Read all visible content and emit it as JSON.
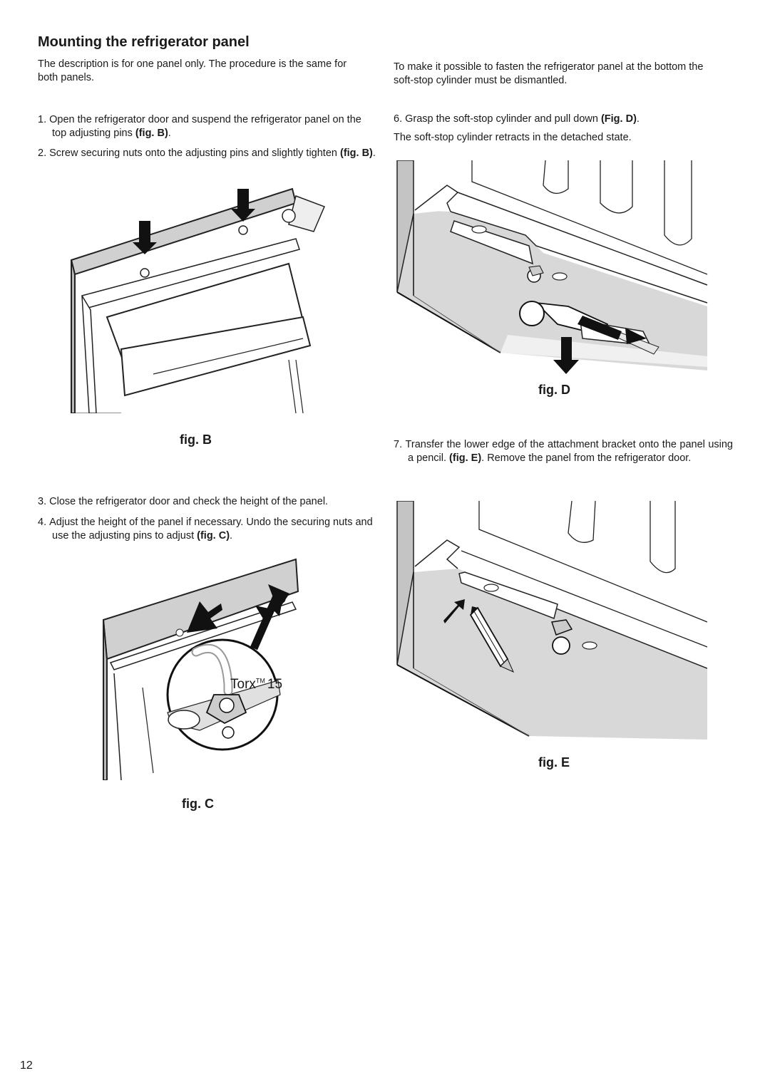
{
  "heading": "Mounting the refrigerator panel",
  "left": {
    "intro": "The description is for one panel only. The procedure is the same for both panels.",
    "step1": {
      "num": "1.",
      "text": "Open the refrigerator door and suspend the refrigerator panel on the top adjusting pins ",
      "ref": "(fig. B)",
      "end": "."
    },
    "step2": {
      "num": "2.",
      "text": "Screw securing nuts onto the adjusting pins and slightly tighten ",
      "ref": "(fig. B)",
      "end": "."
    },
    "figB": "fig. B",
    "step3": {
      "num": "3.",
      "text": "Close the refrigerator door and check the height of the panel."
    },
    "step4": {
      "num": "4.",
      "text": "Adjust the height of the panel if necessary. Undo the securing nuts and use the adjusting pins to adjust ",
      "ref": "(fig. C)",
      "end": "."
    },
    "figC": "fig. C",
    "torx": "Torx",
    "torx_tm": "TM",
    "torx_size": "15"
  },
  "right": {
    "intro": "To make it possible to fasten the refrigerator panel at the bottom the soft-stop cylinder must be dismantled.",
    "step6": {
      "num": "6.",
      "text": "Grasp the soft-stop cylinder and pull down ",
      "ref": "(Fig. D)",
      "end": "."
    },
    "step6_note": "The soft-stop cylinder retracts in the detached state.",
    "figD": "fig. D",
    "step7": {
      "num": "7.",
      "text": "Transfer the lower edge of the attachment bracket onto the panel using a pencil. ",
      "ref": "(fig. E)",
      "end": ". Remove the panel from the refrigerator door."
    },
    "figE": "fig. E"
  },
  "page_number": "12"
}
